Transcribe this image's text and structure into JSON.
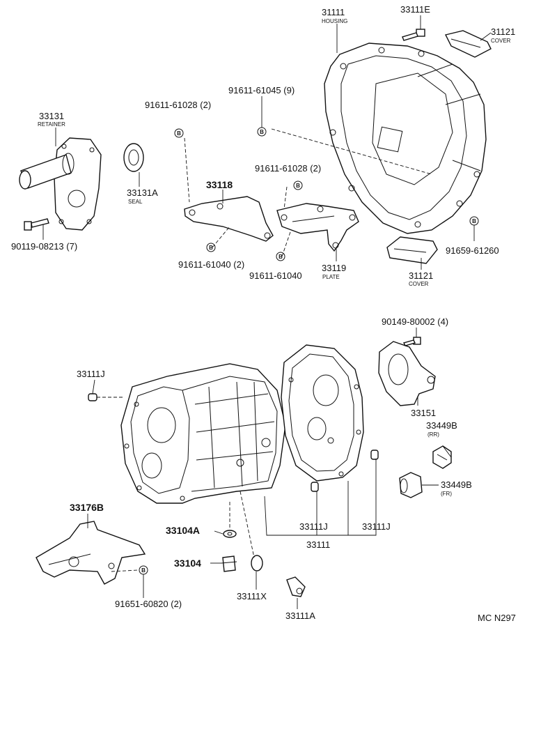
{
  "labels": {
    "p31111": "31111",
    "p31111_sub": "HOUSING",
    "p33111E": "33111E",
    "p31121_top": "31121",
    "p31121_top_sub": "COVER",
    "p33131": "33131",
    "p33131_sub": "RETAINER",
    "b91611_61028_a": "91611-61028 (2)",
    "b91611_61045": "91611-61045 (9)",
    "p33131A": "33131A",
    "p33131A_sub": "SEAL",
    "p33118": "33118",
    "b91611_61028_b": "91611-61028 (2)",
    "b90119_08213": "90119-08213 (7)",
    "b91611_61040_a": "91611-61040 (2)",
    "b91611_61040_b": "91611-61040",
    "p33119": "33119",
    "p33119_sub": "PLATE",
    "b91659_61260": "91659-61260",
    "p31121_bot": "31121",
    "p31121_bot_sub": "COVER",
    "b90149_80002": "90149-80002 (4)",
    "p33111J_a": "33111J",
    "p33151": "33151",
    "p33449B_rr": "33449B",
    "p33449B_rr_sub": "(RR)",
    "p33449B_fr": "33449B",
    "p33449B_fr_sub": "(FR)",
    "p33176B": "33176B",
    "p33104A": "33104A",
    "p33111J_b": "33111J",
    "p33111J_c": "33111J",
    "p33111": "33111",
    "p33104": "33104",
    "b91651_60820": "91651-60820 (2)",
    "p33111X": "33111X",
    "p33111A": "33111A",
    "ref": "MC N297"
  },
  "bolt_marker": "B"
}
